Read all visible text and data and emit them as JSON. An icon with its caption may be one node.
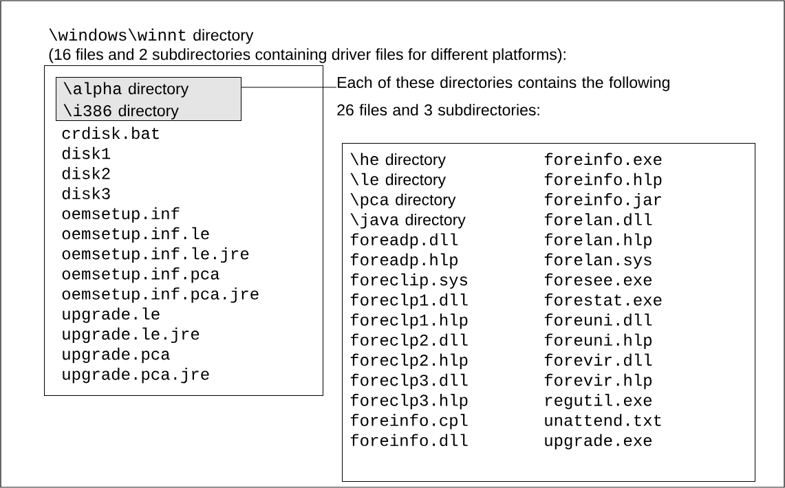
{
  "diagram": {
    "nodes": [
      {
        "text": [
          "crdisk.bat",
          "disk1",
          "disk2",
          "disk3",
          "oemsetup.inf",
          "oemsetup.inf.le",
          "oemsetup.inf.le.jre",
          "oemsetup.inf.pca",
          "oemsetup.inf.pca.jre",
          "upgrade.le",
          "upgrade.le.jre",
          "upgrade.pca",
          "upgrade.pca.jre"
        ]
      },
      {
        "text": [
          "\\alpha",
          "directory",
          "\\i386",
          "directory"
        ],
        "in": 0
      },
      {
        "text": [
          "Each of these directories contains the following 26 files and 3 subdirectories:"
        ]
      },
      {
        "text": [
          "\\he",
          "directory",
          "foreinfo.exe",
          "\\le",
          "directory",
          "foreinfo.hlp",
          "\\pca",
          "directory",
          "foreinfo.jar",
          "\\java",
          "directory",
          "forelan.dll",
          "foreadp.dll",
          "forelan.hlp",
          "foreadp.hlp",
          "forelan.sys",
          "foreclip.sys",
          "foresee.exe",
          "foreclp1.dll",
          "forestat.exe",
          "foreclp1.hlp",
          "foreuni.dll",
          "foreclp2.dll",
          "foreuni.hlp",
          "foreclp2.hlp",
          "forevir.dll",
          "foreclp3.dll",
          "forevir.hlp",
          "foreclp3.hlp",
          "regutil.exe",
          "foreinfo.cpl",
          "unattend.txt",
          "foreinfo.dll",
          "upgrade.exe"
        ]
      }
    ],
    "edges": [
      {
        "from": 1,
        "to": 2,
        "arrow": "none"
      }
    ],
    "labels": [
      "\\windows\\winnt",
      "directory",
      "(16 files and 2 subdirectories containing driver files for different platforms):"
    ]
  }
}
